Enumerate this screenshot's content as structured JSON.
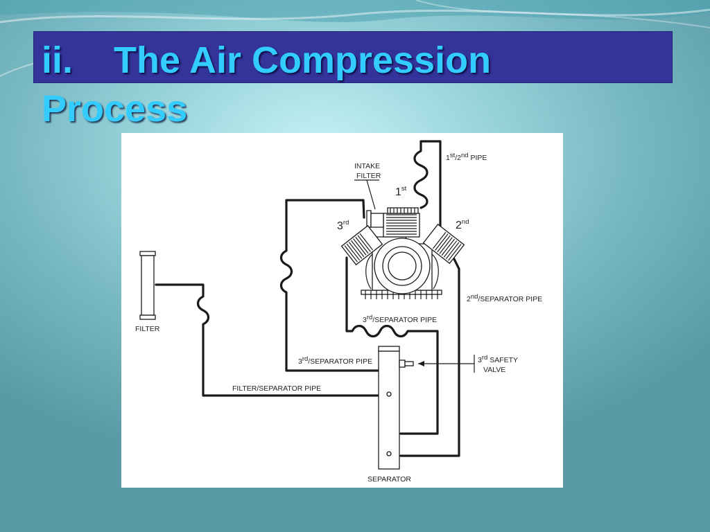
{
  "slide": {
    "title_number": "ii.",
    "title_line1": "The Air Compression",
    "title_line2": "Process",
    "colors": {
      "title_bar": "#333399",
      "title_text": "#33ccff",
      "background": "#8fcdd5"
    }
  },
  "diagram": {
    "labels": {
      "pipe_1st_2nd": {
        "n1": "1",
        "s1": "st",
        "mid": "/2",
        "s2": "nd",
        "rest": " PIPE"
      },
      "intake_filter_1": "INTAKE",
      "intake_filter_2": "FILTER",
      "stage_1st": {
        "n": "1",
        "s": "st"
      },
      "stage_3rd": {
        "n": "3",
        "s": "rd"
      },
      "stage_2nd": {
        "n": "2",
        "s": "nd"
      },
      "pipe_2nd_sep": {
        "n": "2",
        "s": "nd",
        "rest": "/SEPARATOR PIPE"
      },
      "pipe_3rd_sep_upper": {
        "n": "3",
        "s": "rd",
        "rest": "/SEPARATOR PIPE"
      },
      "pipe_3rd_sep_lower": {
        "n": "3",
        "s": "rd",
        "rest": "/SEPARATOR PIPE"
      },
      "filter": "FILTER",
      "safety_valve_1": {
        "n": "3",
        "s": "rd",
        "rest": " SAFETY"
      },
      "safety_valve_2": "VALVE",
      "filter_sep_pipe": "FILTER/SEPARATOR PIPE",
      "separator": "SEPARATOR"
    }
  }
}
